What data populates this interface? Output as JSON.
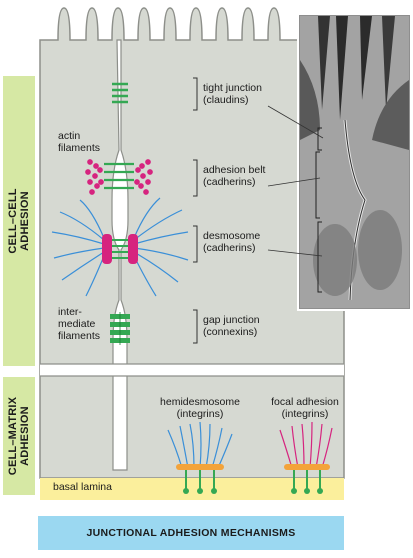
{
  "side_labels": {
    "cell_cell": "CELL–CELL\nADHESION",
    "cell_matrix": "CELL–MATRIX\nADHESION"
  },
  "junctions": {
    "tight": {
      "name": "tight junction",
      "protein": "(claudins)"
    },
    "adhesion_belt": {
      "name": "adhesion belt",
      "protein": "(cadherins)"
    },
    "desmosome": {
      "name": "desmosome",
      "protein": "(cadherins)"
    },
    "gap": {
      "name": "gap junction",
      "protein": "(connexins)"
    }
  },
  "filaments": {
    "actin": [
      "actin",
      "filaments"
    ],
    "intermediate": [
      "inter-",
      "mediate",
      "filaments"
    ]
  },
  "matrix": {
    "hemidesmosome": {
      "name": "hemidesmosome",
      "protein": "(integrins)"
    },
    "focal": {
      "name": "focal adhesion",
      "protein": "(integrins)"
    }
  },
  "basal_lamina": "basal lamina",
  "caption": "JUNCTIONAL ADHESION MECHANISMS",
  "colors": {
    "cell": "#d6d9d2",
    "cell_outline": "#8d8f8a",
    "side_bar": "#d6e8a4",
    "basal_lamina": "#fbef9c",
    "caption_bar": "#9bd8f1",
    "green_junction": "#34a853",
    "magenta": "#d6247f",
    "blue_filament": "#3a8fd8",
    "orange_plaque": "#f3a33a"
  }
}
